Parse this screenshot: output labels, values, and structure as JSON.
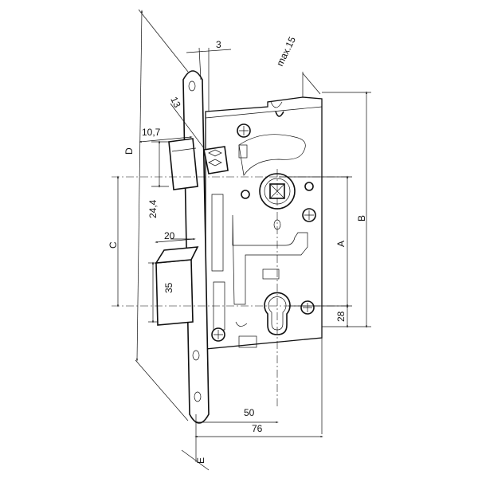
{
  "dimensions": {
    "d3": "3",
    "max15": "max.15",
    "d13": "13",
    "d10_7": "10,7",
    "D": "D",
    "d24_4": "24,4",
    "C": "C",
    "d20": "20",
    "d35": "35",
    "B": "B",
    "A": "A",
    "d28": "28",
    "d50": "50",
    "d76": "76",
    "E": "E"
  }
}
